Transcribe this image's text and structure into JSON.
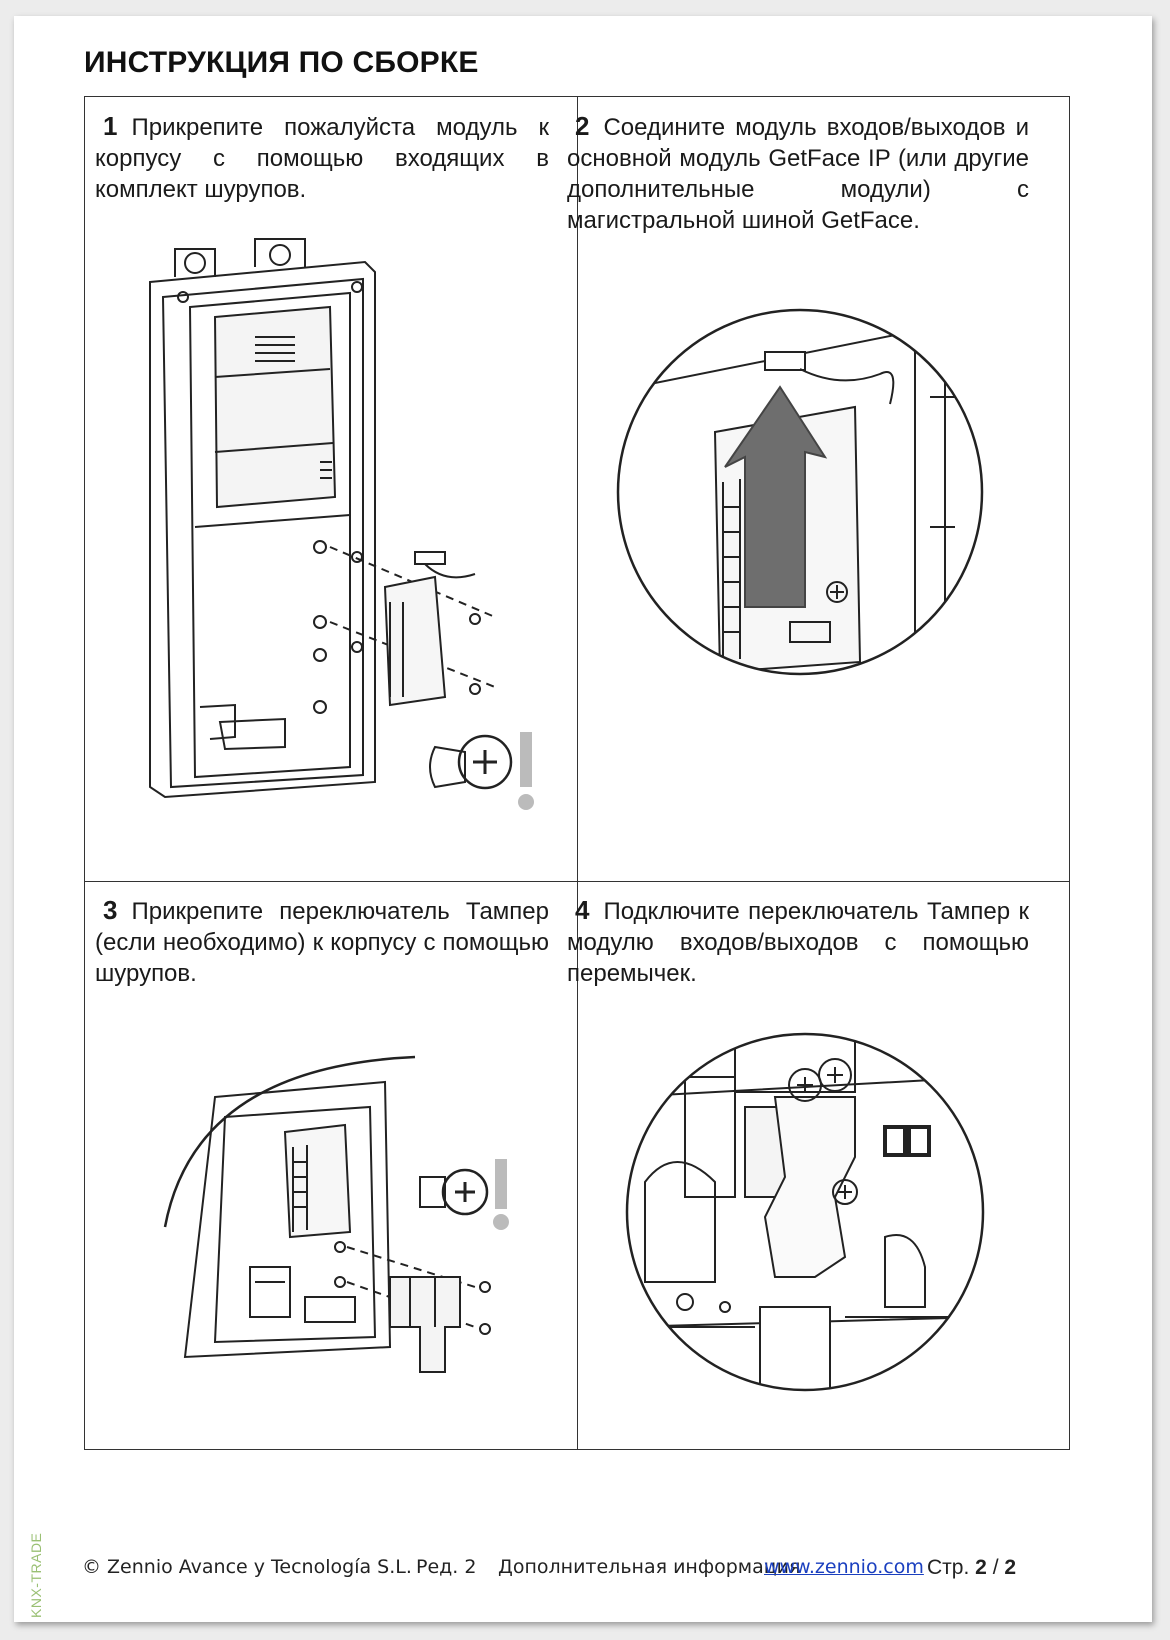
{
  "title": "ИНСТРУКЦИЯ ПО СБОРКЕ",
  "steps": [
    {
      "num": "1",
      "text": "Прикрепите пожалуйста модуль к корпусу с помощью входящих в комплект шурупов."
    },
    {
      "num": "2",
      "text": "Соедините модуль входов/выходов и основной модуль GetFace IP (или другие дополнительные модули) с магистральной шиной GetFace."
    },
    {
      "num": "3",
      "text": "Прикрепите переключатель Тампер (если необходимо) к корпусу с помощью шурупов."
    },
    {
      "num": "4",
      "text": "Подключите переключатель Тампер к модулю входов/выходов с помощью перемычек."
    }
  ],
  "footer": {
    "copyright": "© Zennio Avance y Tecnología S.L.",
    "revision": "Ред. 2",
    "more_info": "Дополнительная информация",
    "link": "www.zennio.com",
    "page_label": "Стр.",
    "page_current": "2",
    "page_sep": "/",
    "page_total": "2"
  },
  "side_watermark": "KNX-TRADE"
}
